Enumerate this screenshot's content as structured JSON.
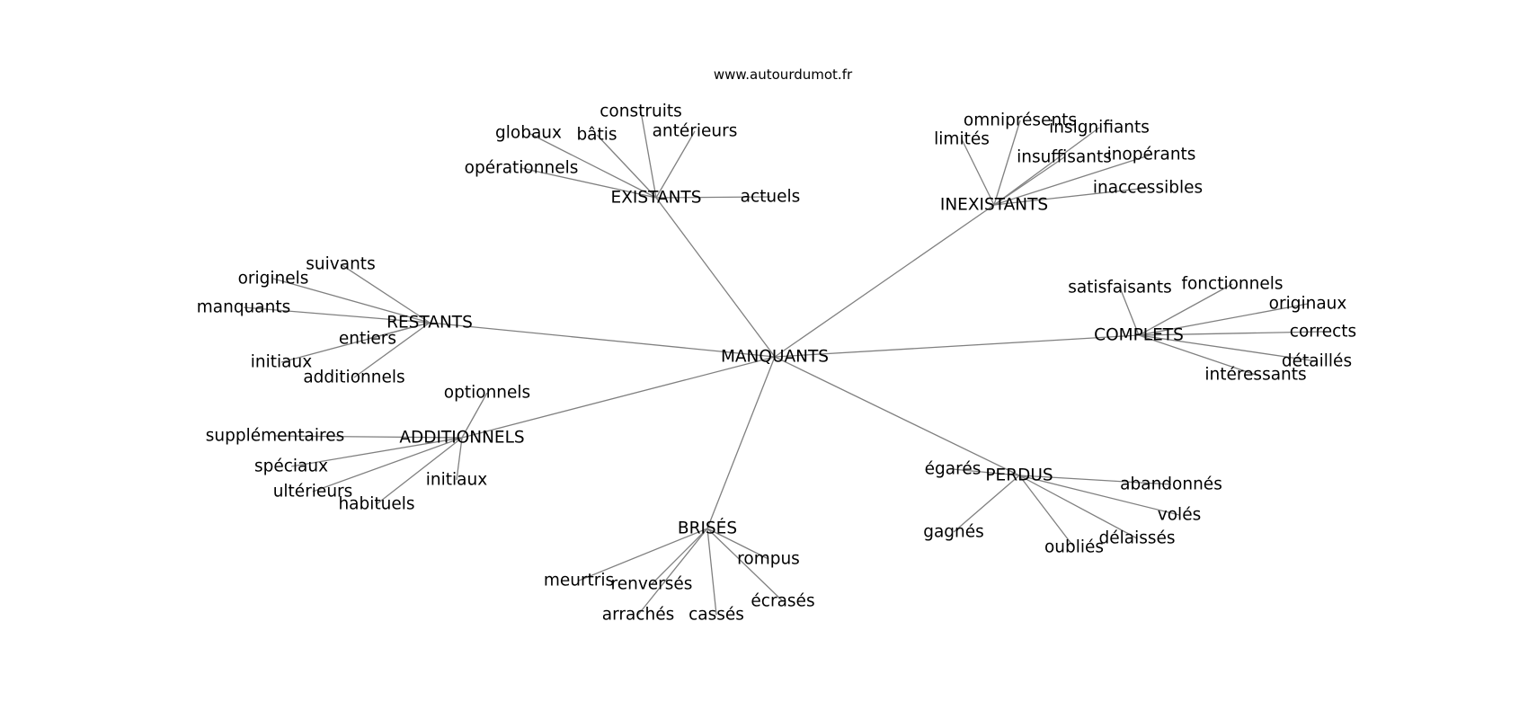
{
  "source": "www.autourdumot.fr",
  "graph": {
    "center": "MANQUANTS",
    "groups": [
      {
        "word": "EXISTANTS",
        "leaves": [
          "construits",
          "globaux",
          "bâtis",
          "antérieurs",
          "opérationnels",
          "actuels"
        ]
      },
      {
        "word": "INEXISTANTS",
        "leaves": [
          "omniprésents",
          "limités",
          "insignifiants",
          "insuffisants",
          "inopérants",
          "inaccessibles"
        ]
      },
      {
        "word": "RESTANTS",
        "leaves": [
          "suivants",
          "originels",
          "manquants",
          "entiers",
          "initiaux",
          "additionnels"
        ]
      },
      {
        "word": "COMPLETS",
        "leaves": [
          "satisfaisants",
          "fonctionnels",
          "originaux",
          "corrects",
          "détaillés",
          "intéressants"
        ]
      },
      {
        "word": "ADDITIONNELS",
        "leaves": [
          "optionnels",
          "supplémentaires",
          "spéciaux",
          "initiaux",
          "ultérieurs",
          "habituels"
        ]
      },
      {
        "word": "PERDUS",
        "leaves": [
          "égarés",
          "abandonnés",
          "volés",
          "gagnés",
          "délaissés",
          "oubliés"
        ]
      },
      {
        "word": "BRISÉS",
        "leaves": [
          "rompus",
          "meurtris",
          "renversés",
          "écrasés",
          "arrachés",
          "cassés"
        ]
      }
    ]
  }
}
